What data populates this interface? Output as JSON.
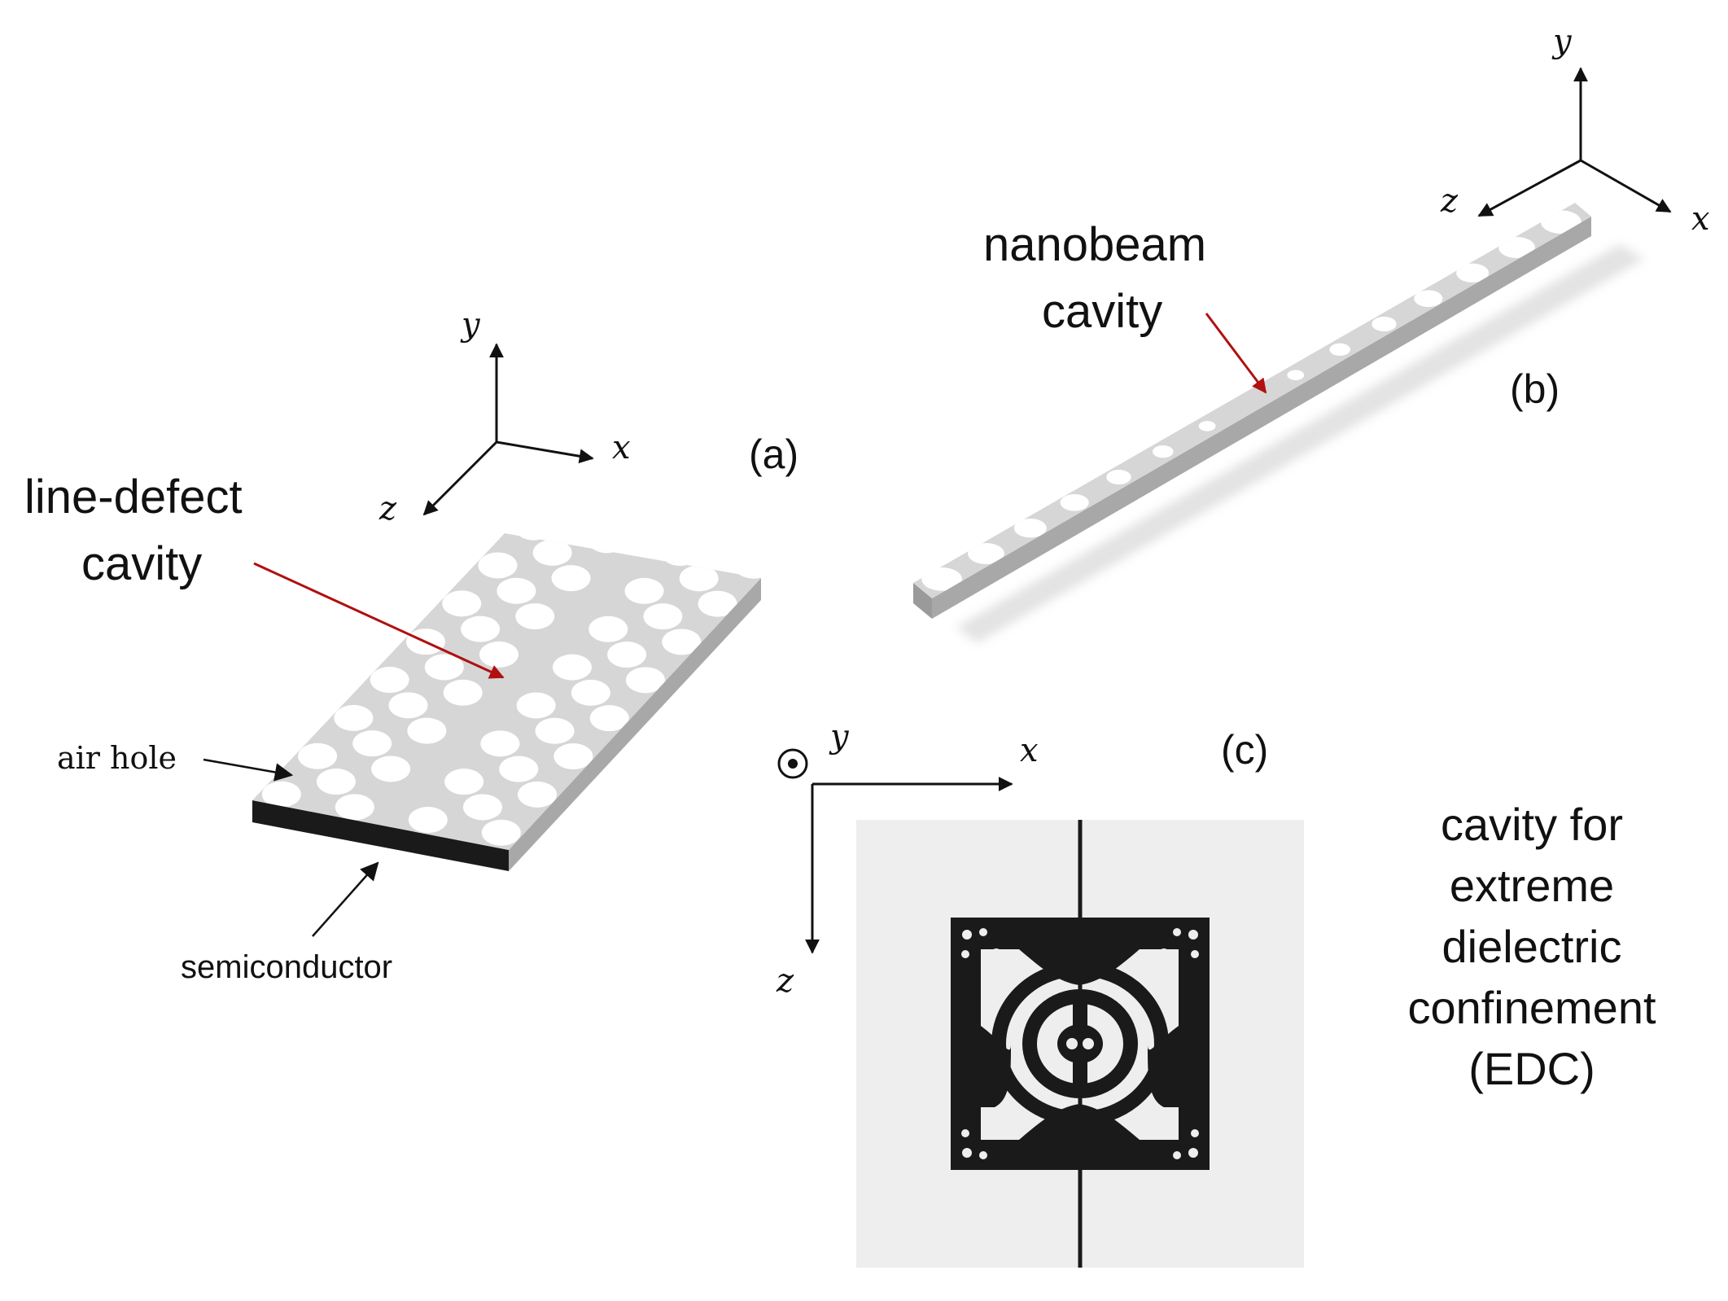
{
  "panel_a": {
    "tag": "(a)",
    "title_line1": "line-defect",
    "title_line2": "cavity",
    "air_hole_label": "air hole",
    "material_label": "semiconductor",
    "axis_y": "y",
    "axis_x": "x",
    "axis_z": "z"
  },
  "panel_b": {
    "tag": "(b)",
    "title_line1": "nanobeam",
    "title_line2": "cavity",
    "axis_y": "y",
    "axis_x": "x",
    "axis_z": "z"
  },
  "panel_c": {
    "tag": "(c)",
    "axis_y": "y",
    "axis_x": "x",
    "axis_z": "z",
    "desc_line1": "cavity for",
    "desc_line2": "extreme",
    "desc_line3": "dielectric",
    "desc_line4": "confinement",
    "desc_line5": "(EDC)"
  },
  "colors": {
    "slab_top": "#d6d6d6",
    "slab_side": "#a8a8a8",
    "slab_bottom_edge": "#1a1a1a",
    "holes": "#ffffff",
    "pointer_red": "#b01010",
    "edc_background": "#eeeeee",
    "edc_pattern": "#1a1a1a"
  }
}
